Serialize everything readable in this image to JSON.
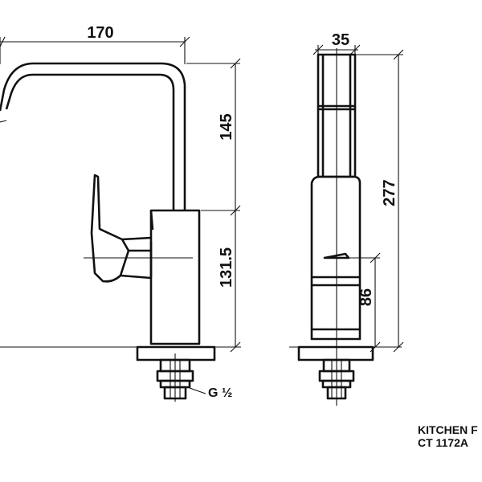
{
  "dimensions": {
    "width_side": "170",
    "width_front": "35",
    "spout_height": "145",
    "body_height": "131.5",
    "total_height": "277",
    "handle_height": "86",
    "thread": "G",
    "thread_size": "½"
  },
  "title_block": {
    "line1": "KITCHEN F",
    "line2": "CT 1172A"
  }
}
